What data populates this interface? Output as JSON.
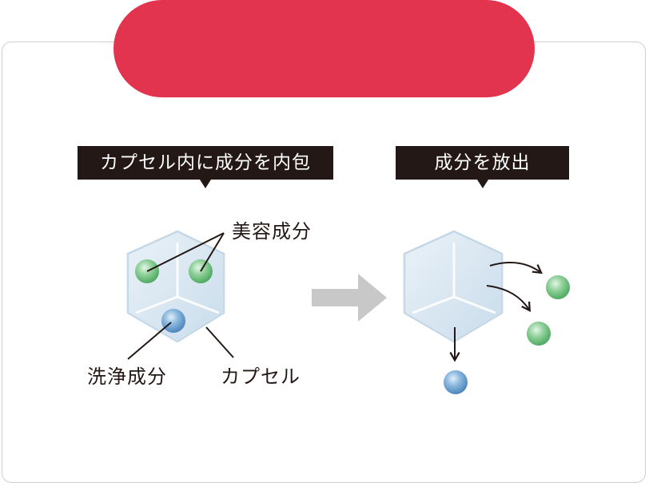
{
  "header": {
    "color": "#e3344f"
  },
  "left_step": {
    "tag": "カプセル内に成分を内包"
  },
  "right_step": {
    "tag": "成分を放出"
  },
  "labels": {
    "beauty_ingredient": "美容成分",
    "cleansing_ingredient": "洗浄成分",
    "capsule": "カプセル"
  },
  "colors": {
    "tag_bg": "#231815",
    "green_sphere": "#7fc98c",
    "blue_sphere": "#7fb0d8",
    "arrow": "#c8c8c8",
    "cube": "#d6e6f0"
  }
}
